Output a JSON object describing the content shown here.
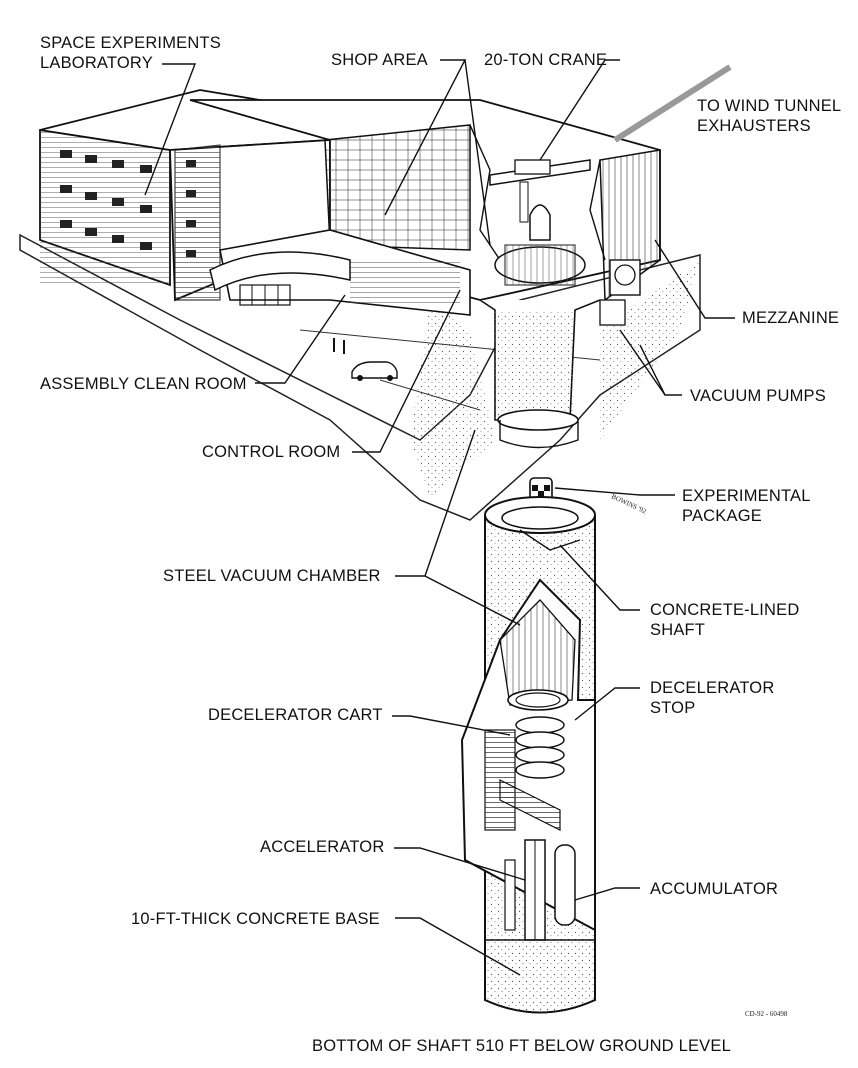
{
  "labels": {
    "space_lab_1": "SPACE EXPERIMENTS",
    "space_lab_2": "LABORATORY",
    "shop_area": "SHOP AREA",
    "crane": "20-TON CRANE",
    "wind_1": "TO WIND TUNNEL",
    "wind_2": "EXHAUSTERS",
    "mezzanine": "MEZZANINE",
    "clean_room": "ASSEMBLY CLEAN ROOM",
    "vacuum_pumps": "VACUUM PUMPS",
    "control_room": "CONTROL ROOM",
    "exp_pkg_1": "EXPERIMENTAL",
    "exp_pkg_2": "PACKAGE",
    "steel_chamber": "STEEL VACUUM CHAMBER",
    "conc_shaft_1": "CONCRETE-LINED",
    "conc_shaft_2": "SHAFT",
    "dec_cart": "DECELERATOR CART",
    "dec_stop_1": "DECELERATOR",
    "dec_stop_2": "STOP",
    "accelerator": "ACCELERATOR",
    "accumulator": "ACCUMULATOR",
    "base": "10-FT-THICK CONCRETE BASE",
    "bottom": "BOTTOM OF SHAFT 510 FT BELOW GROUND LEVEL",
    "drawing_no": "CD-92 - 60498",
    "signature": "BOWINS '92"
  }
}
